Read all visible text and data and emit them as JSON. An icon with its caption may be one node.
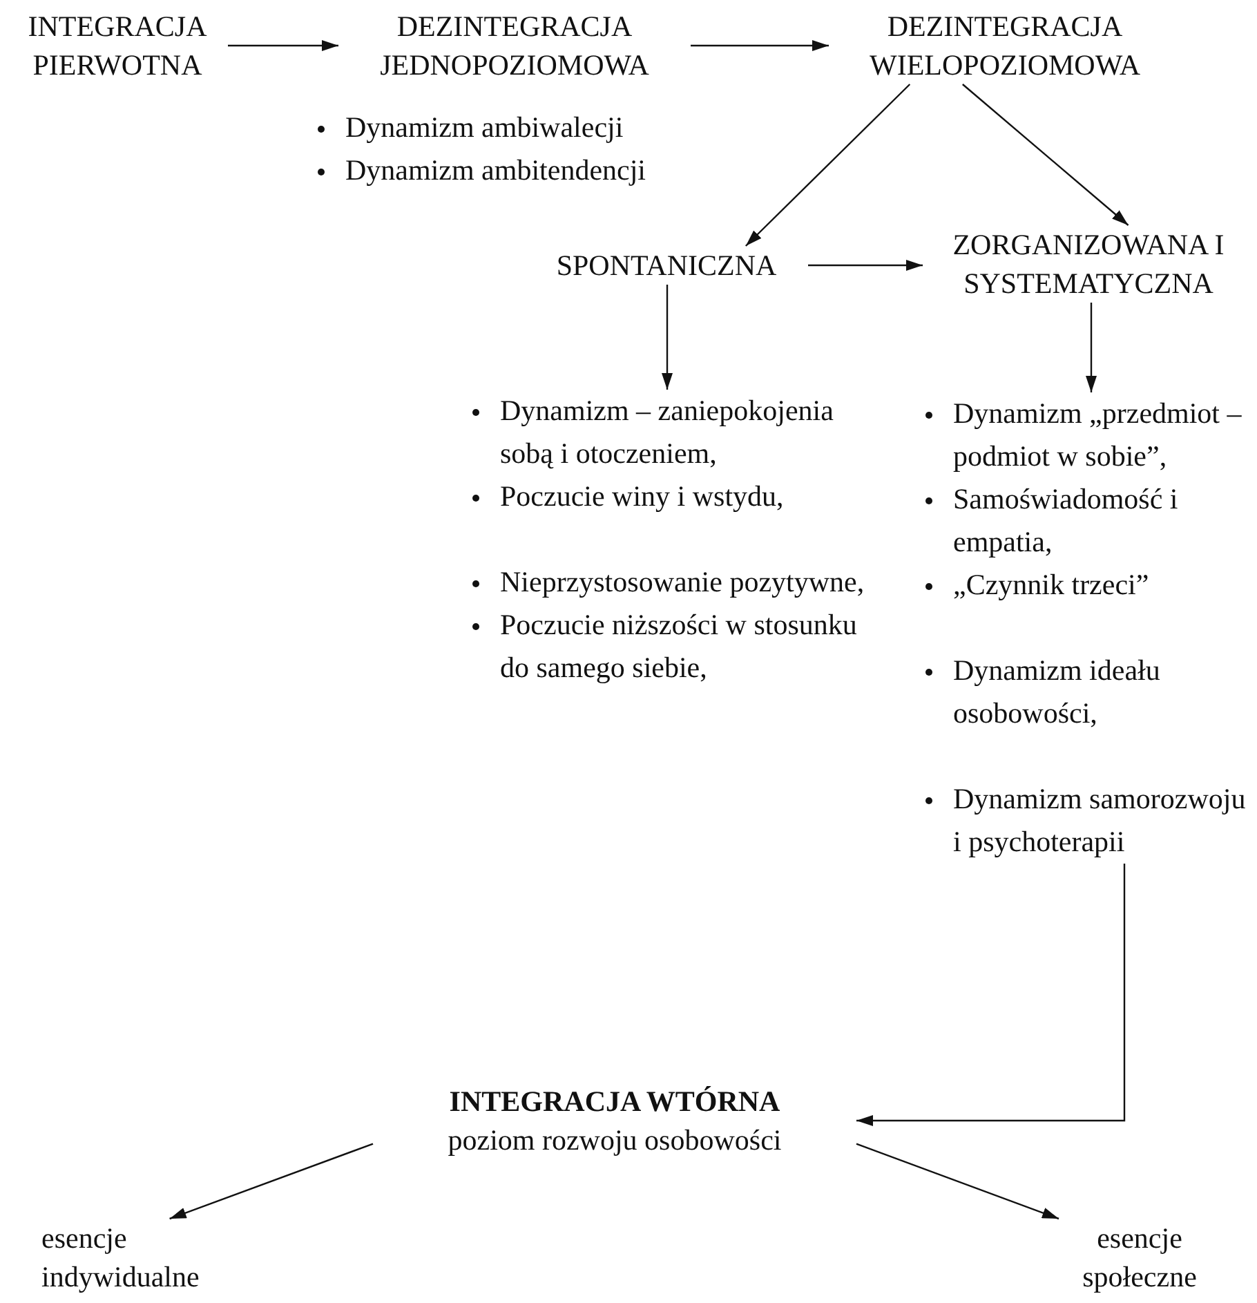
{
  "diagram": {
    "nodes": [
      {
        "text": [
          "INTEGRACJA PIERWOTNA"
        ]
      },
      {
        "text": [
          "DEZINTEGRACJA JEDNOPOZIOMOWA"
        ],
        "beside": [
          "Dynamizm ambiwalecji",
          "Dynamizm ambitendencji"
        ]
      },
      {
        "text": [
          "DEZINTEGRACJA WIELOPOZIOMOWA"
        ]
      },
      {
        "text": [
          "SPONTANICZNA"
        ]
      },
      {
        "text": [
          "ZORGANIZOWANA I SYSTEMATYCZNA"
        ]
      },
      {
        "text": [
          "Dynamizm – zaniepokojenia sobą i otoczeniem,",
          "Poczucie winy i wstydu,",
          "Nieprzystosowanie pozytywne,",
          "Poczucie niższości w stosunku do samego siebie,"
        ]
      },
      {
        "text": [
          "Dynamizm „przedmiot – podmiot w sobie”,",
          "Samoświadomość i empatia,",
          "„Czynnik trzeci”",
          "Dynamizm ideału osobowości,",
          "Dynamizm samorozwoju i psychoterapii"
        ]
      },
      {
        "text": [
          "INTEGRACJA WTÓRNA",
          "poziom rozwoju osobowości"
        ]
      },
      {
        "text": [
          "esencje indywidualne"
        ]
      },
      {
        "text": [
          "esencje społeczne"
        ]
      }
    ],
    "edges": [
      {
        "from": 0,
        "to": 1,
        "arrow": "to"
      },
      {
        "from": 1,
        "to": 2,
        "arrow": "to"
      },
      {
        "from": 2,
        "to": 3,
        "arrow": "to"
      },
      {
        "from": 2,
        "to": 4,
        "arrow": "to"
      },
      {
        "from": 3,
        "to": 4,
        "arrow": "to"
      },
      {
        "from": 3,
        "to": 5,
        "arrow": "to"
      },
      {
        "from": 4,
        "to": 6,
        "arrow": "to"
      },
      {
        "from": 6,
        "to": 7,
        "arrow": "to"
      },
      {
        "from": 7,
        "to": 8,
        "arrow": "to"
      },
      {
        "from": 7,
        "to": 9,
        "arrow": "to"
      }
    ]
  }
}
